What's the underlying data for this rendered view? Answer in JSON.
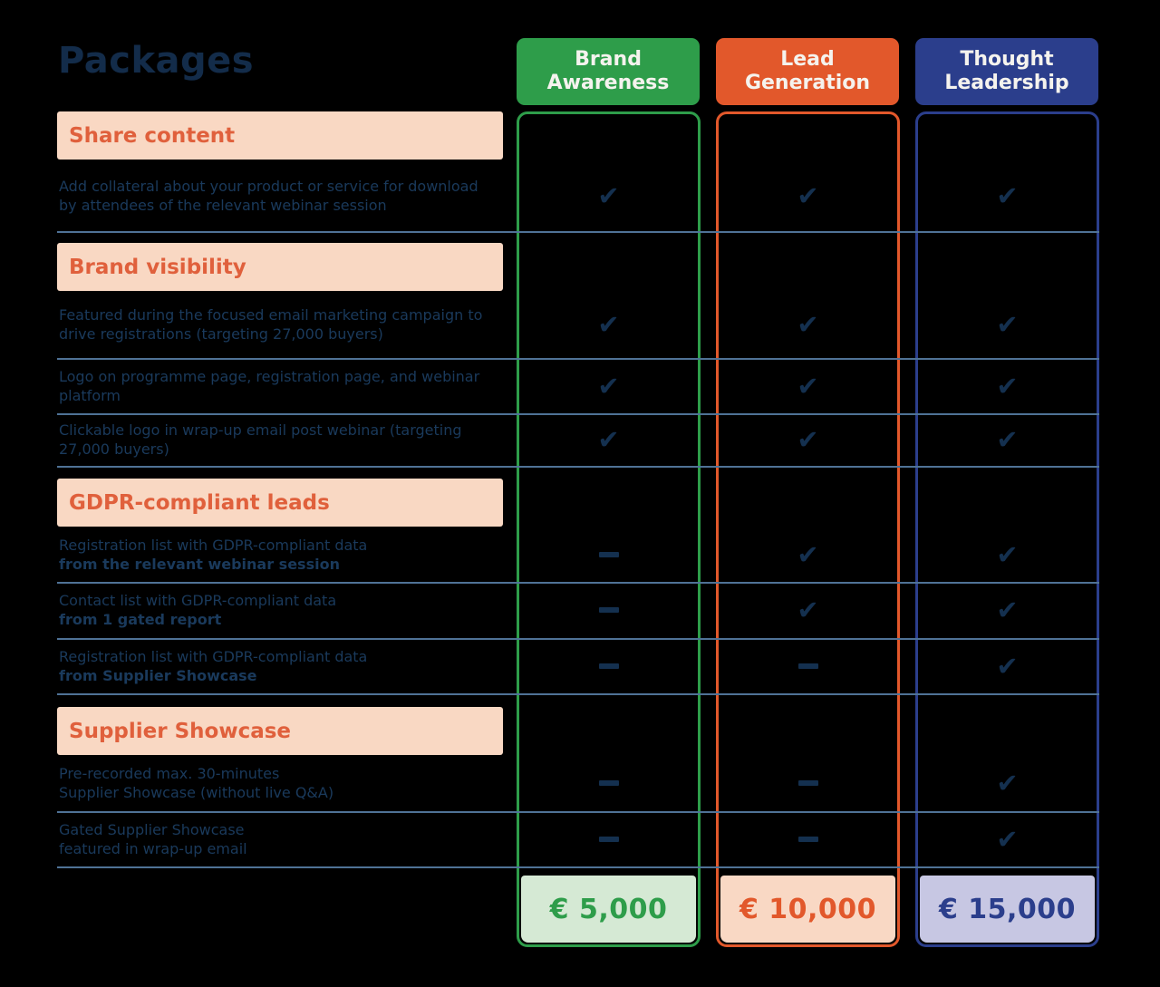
{
  "title": "Packages",
  "columns": [
    {
      "name": "Brand Awareness",
      "price": "€ 5,000",
      "color": "#2e9d4a",
      "price_bg": "#d5e9d4"
    },
    {
      "name": "Lead Generation",
      "price": "€ 10,000",
      "color": "#e2582b",
      "price_bg": "#f9d8c4"
    },
    {
      "name": "Thought Leadership",
      "price": "€ 15,000",
      "color": "#2b3e8c",
      "price_bg": "#c7c7e3"
    }
  ],
  "sections": [
    {
      "heading": "Share content",
      "rows": [
        {
          "line1": "Add collateral about your product or service for download",
          "line2": "by attendees of the relevant webinar session",
          "line2_bold": false,
          "cells": [
            "check",
            "check",
            "check"
          ]
        }
      ]
    },
    {
      "heading": "Brand visibility",
      "rows": [
        {
          "line1": "Featured during the focused email marketing campaign to",
          "line2": "drive registrations (targeting 27,000 buyers)",
          "line2_bold": false,
          "cells": [
            "check",
            "check",
            "check"
          ]
        },
        {
          "line1": "Logo on programme page, registration page, and webinar",
          "line2": "platform",
          "line2_bold": false,
          "cells": [
            "check",
            "check",
            "check"
          ]
        },
        {
          "line1": "Clickable logo in wrap-up email post webinar (targeting",
          "line2": "27,000 buyers)",
          "line2_bold": false,
          "cells": [
            "check",
            "check",
            "check"
          ]
        }
      ]
    },
    {
      "heading": "GDPR-compliant leads",
      "rows": [
        {
          "line1": "Registration list with GDPR-compliant data",
          "line2": "from the relevant webinar session",
          "line2_bold": true,
          "cells": [
            "dash",
            "check",
            "check"
          ]
        },
        {
          "line1": "Contact list with GDPR-compliant data",
          "line2": "from 1 gated report",
          "line2_bold": true,
          "cells": [
            "dash",
            "check",
            "check"
          ]
        },
        {
          "line1": "Registration list with GDPR-compliant data",
          "line2": "from Supplier Showcase",
          "line2_bold": true,
          "cells": [
            "dash",
            "dash",
            "check"
          ]
        }
      ]
    },
    {
      "heading": "Supplier Showcase",
      "rows": [
        {
          "line1": "Pre-recorded max. 30-minutes",
          "line2": "Supplier Showcase (without live Q&A)",
          "line2_bold": false,
          "cells": [
            "dash",
            "dash",
            "check"
          ]
        },
        {
          "line1": "Gated Supplier Showcase",
          "line2": "featured in wrap-up email",
          "line2_bold": false,
          "cells": [
            "dash",
            "dash",
            "check"
          ]
        }
      ]
    }
  ],
  "colors": {
    "background": "#000000",
    "title_text": "#132c4a",
    "body_text": "#1a3a5c",
    "check_mark": "#14304f",
    "separator_line": "#4f7296",
    "section_band_bg": "#f9d8c3",
    "section_band_text": "#e0603c",
    "brand_awareness_green": "#2e9d4a",
    "lead_generation_orange": "#e2582b",
    "thought_leadership_navy": "#2b3e8c"
  }
}
